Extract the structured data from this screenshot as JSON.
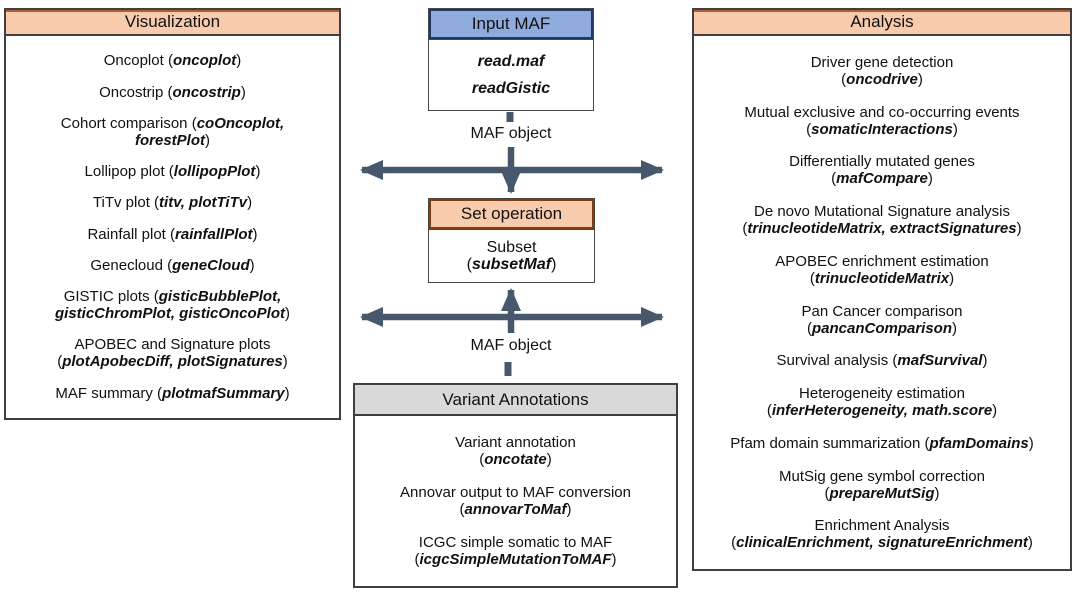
{
  "colors": {
    "peach": "#F8CBAD",
    "peach-border": "#A9603A",
    "blue": "#8FAADC",
    "blue-border": "#1F3864",
    "set-border": "#843C0C",
    "gray": "#D9D9D9",
    "panel-border": "#3F3F3F",
    "arrow": "#47586C"
  },
  "panels": {
    "visualization": {
      "title": "Visualization",
      "items": [
        {
          "lines": [
            [
              {
                "t": "Oncoplot ("
              },
              {
                "t": "oncoplot",
                "b": true
              },
              {
                "t": ")"
              }
            ]
          ]
        },
        {
          "lines": [
            [
              {
                "t": "Oncostrip ("
              },
              {
                "t": "oncostrip",
                "b": true
              },
              {
                "t": ")"
              }
            ]
          ]
        },
        {
          "lines": [
            [
              {
                "t": "Cohort comparison ("
              },
              {
                "t": "coOncoplot,",
                "b": true
              }
            ],
            [
              {
                "t": "forestPlot",
                "b": true
              },
              {
                "t": ")"
              }
            ]
          ]
        },
        {
          "lines": [
            [
              {
                "t": "Lollipop plot ("
              },
              {
                "t": "lollipopPlot",
                "b": true
              },
              {
                "t": ")"
              }
            ]
          ]
        },
        {
          "lines": [
            [
              {
                "t": "TiTv plot ("
              },
              {
                "t": "titv, plotTiTv",
                "b": true
              },
              {
                "t": ")"
              }
            ]
          ]
        },
        {
          "lines": [
            [
              {
                "t": "Rainfall plot ("
              },
              {
                "t": "rainfallPlot",
                "b": true
              },
              {
                "t": ")"
              }
            ]
          ]
        },
        {
          "lines": [
            [
              {
                "t": "Genecloud ("
              },
              {
                "t": "geneCloud",
                "b": true
              },
              {
                "t": ")"
              }
            ]
          ]
        },
        {
          "lines": [
            [
              {
                "t": "GISTIC plots ("
              },
              {
                "t": "gisticBubblePlot,",
                "b": true
              }
            ],
            [
              {
                "t": "gisticChromPlot, gisticOncoPlot",
                "b": true
              },
              {
                "t": ")"
              }
            ]
          ]
        },
        {
          "lines": [
            [
              {
                "t": "APOBEC and Signature plots"
              }
            ],
            [
              {
                "t": "("
              },
              {
                "t": "plotApobecDiff, plotSignatures",
                "b": true
              },
              {
                "t": ")"
              }
            ]
          ]
        },
        {
          "lines": [
            [
              {
                "t": "MAF summary ("
              },
              {
                "t": "plotmafSummary",
                "b": true
              },
              {
                "t": ")"
              }
            ]
          ]
        }
      ]
    },
    "analysis": {
      "title": "Analysis",
      "items": [
        {
          "lines": [
            [
              {
                "t": "Driver gene detection"
              }
            ],
            [
              {
                "t": "("
              },
              {
                "t": "oncodrive",
                "b": true
              },
              {
                "t": ")"
              }
            ]
          ]
        },
        {
          "lines": [
            [
              {
                "t": "Mutual exclusive and co-occurring events"
              }
            ],
            [
              {
                "t": "("
              },
              {
                "t": "somaticInteractions",
                "b": true
              },
              {
                "t": ")"
              }
            ]
          ]
        },
        {
          "lines": [
            [
              {
                "t": "Differentially mutated genes"
              }
            ],
            [
              {
                "t": "("
              },
              {
                "t": "mafCompare",
                "b": true
              },
              {
                "t": ")"
              }
            ]
          ]
        },
        {
          "lines": [
            [
              {
                "t": "De novo Mutational Signature analysis"
              }
            ],
            [
              {
                "t": "("
              },
              {
                "t": "trinucleotideMatrix, extractSignatures",
                "b": true
              },
              {
                "t": ")"
              }
            ]
          ]
        },
        {
          "lines": [
            [
              {
                "t": "APOBEC enrichment estimation"
              }
            ],
            [
              {
                "t": "("
              },
              {
                "t": "trinucleotideMatrix",
                "b": true
              },
              {
                "t": ")"
              }
            ]
          ]
        },
        {
          "lines": [
            [
              {
                "t": "Pan Cancer comparison"
              }
            ],
            [
              {
                "t": "("
              },
              {
                "t": "pancanComparison",
                "b": true
              },
              {
                "t": ")"
              }
            ]
          ]
        },
        {
          "lines": [
            [
              {
                "t": "Survival analysis ("
              },
              {
                "t": "mafSurvival",
                "b": true
              },
              {
                "t": ")"
              }
            ]
          ]
        },
        {
          "lines": [
            [
              {
                "t": "Heterogeneity estimation"
              }
            ],
            [
              {
                "t": "("
              },
              {
                "t": "inferHeterogeneity, math.score",
                "b": true
              },
              {
                "t": ")"
              }
            ]
          ]
        },
        {
          "lines": [
            [
              {
                "t": "Pfam domain summarization ("
              },
              {
                "t": "pfamDomains",
                "b": true
              },
              {
                "t": ")"
              }
            ]
          ]
        },
        {
          "lines": [
            [
              {
                "t": "MutSig gene symbol correction"
              }
            ],
            [
              {
                "t": "("
              },
              {
                "t": "prepareMutSig",
                "b": true
              },
              {
                "t": ")"
              }
            ]
          ]
        },
        {
          "lines": [
            [
              {
                "t": "Enrichment Analysis"
              }
            ],
            [
              {
                "t": "("
              },
              {
                "t": "clinicalEnrichment, signatureEnrichment",
                "b": true
              },
              {
                "t": ")"
              }
            ]
          ]
        }
      ]
    },
    "variant_annotations": {
      "title": "Variant Annotations",
      "items": [
        {
          "lines": [
            [
              {
                "t": "Variant annotation"
              }
            ],
            [
              {
                "t": "("
              },
              {
                "t": "oncotate",
                "b": true
              },
              {
                "t": ")"
              }
            ]
          ]
        },
        {
          "lines": [
            [
              {
                "t": "Annovar output to MAF conversion"
              }
            ],
            [
              {
                "t": "("
              },
              {
                "t": "annovarToMaf",
                "b": true
              },
              {
                "t": ")"
              }
            ]
          ]
        },
        {
          "lines": [
            [
              {
                "t": "ICGC simple somatic to MAF"
              }
            ],
            [
              {
                "t": "("
              },
              {
                "t": "icgcSimpleMutationToMAF",
                "b": true
              },
              {
                "t": ")"
              }
            ]
          ]
        }
      ]
    }
  },
  "boxes": {
    "input_maf": {
      "title": "Input MAF",
      "items": [
        {
          "lines": [
            [
              {
                "t": "read.maf",
                "b": true
              }
            ]
          ]
        },
        {
          "lines": [
            [
              {
                "t": "readGistic",
                "b": true
              }
            ]
          ]
        }
      ]
    },
    "set_operation": {
      "title": "Set operation",
      "items": [
        {
          "lines": [
            [
              {
                "t": "Subset"
              }
            ],
            [
              {
                "t": "("
              },
              {
                "t": "subsetMaf",
                "b": true
              },
              {
                "t": ")"
              }
            ]
          ]
        }
      ]
    }
  },
  "connectors": {
    "maf_object_top": "MAF object",
    "maf_object_bottom": "MAF object"
  }
}
